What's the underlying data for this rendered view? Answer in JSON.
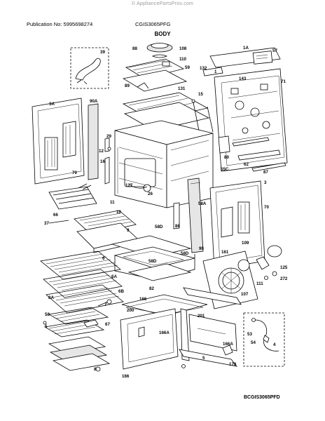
{
  "header": {
    "watermark": "© AppliancePartsPros.com",
    "publication": "Publication No: 5995698274",
    "model": "CGIS3065PFG",
    "section_title": "BODY",
    "drawing_code": "BCGIS3065PFD"
  },
  "callouts": {
    "c39": "39",
    "c88": "88",
    "c108": "108",
    "c110": "110",
    "c59": "59",
    "c132": "132",
    "c1A": "1A",
    "c57": "57",
    "c1": "1",
    "c143": "143",
    "c71": "71",
    "c89": "89",
    "c131": "131",
    "c15": "15",
    "c3A": "3A",
    "c90A": "90A",
    "c29": "29",
    "c12": "12",
    "c16": "16",
    "c70a": "70",
    "c127": "127",
    "c26": "26",
    "c11": "11",
    "c80": "80",
    "c62": "62",
    "c55C": "55C",
    "c87": "87",
    "c3": "3",
    "c66": "66",
    "c37": "37",
    "c10": "10",
    "c9": "9",
    "c58A": "58A",
    "c70b": "70",
    "c58D1": "58D",
    "c86": "86",
    "c90": "90",
    "c6": "6",
    "c58D2": "58D",
    "c58D3": "58D",
    "c109": "109",
    "c161": "161",
    "c6A": "6A",
    "c6B": "6B",
    "c82": "82",
    "c125": "125",
    "c272": "272",
    "c111": "111",
    "c107": "107",
    "c8A": "8A",
    "c166": "166",
    "c7": "7",
    "c200": "200",
    "c201": "201",
    "c58": "58",
    "c67": "67",
    "c5": "5",
    "c166A1": "166A",
    "c166A2": "166A",
    "c8": "8",
    "c5b": "5",
    "c53": "53",
    "c54": "54",
    "c170": "170",
    "c4": "4"
  }
}
